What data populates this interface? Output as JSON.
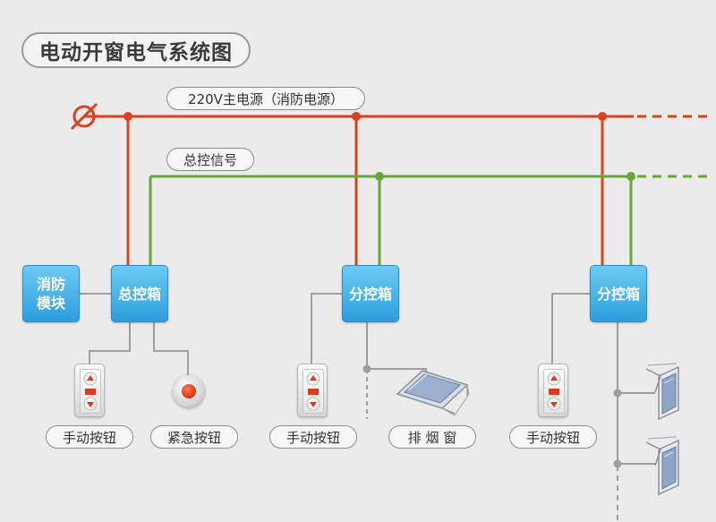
{
  "title": "电动开窗电气系统图",
  "lines": {
    "power_label": "220V主电源（消防电源）",
    "signal_label": "总控信号",
    "power_color": "#d9421e",
    "signal_color": "#6aa43b",
    "wire_color": "#9e9e9e"
  },
  "boxes": {
    "fire_module": [
      "消防",
      "模块"
    ],
    "main_control": "总控箱",
    "sub_control_1": "分控箱",
    "sub_control_2": "分控箱",
    "box_color": "#3aa9e5"
  },
  "devices": {
    "manual_button_1": "手动按钮",
    "emergency_button": "紧急按钮",
    "manual_button_2": "手动按钮",
    "smoke_window": "排 烟 窗",
    "manual_button_3": "手动按钮"
  },
  "icons": [
    "ground-symbol-icon",
    "rocker-switch-icon",
    "emergency-stop-icon",
    "skylight-window-icon",
    "vertical-window-icon"
  ]
}
